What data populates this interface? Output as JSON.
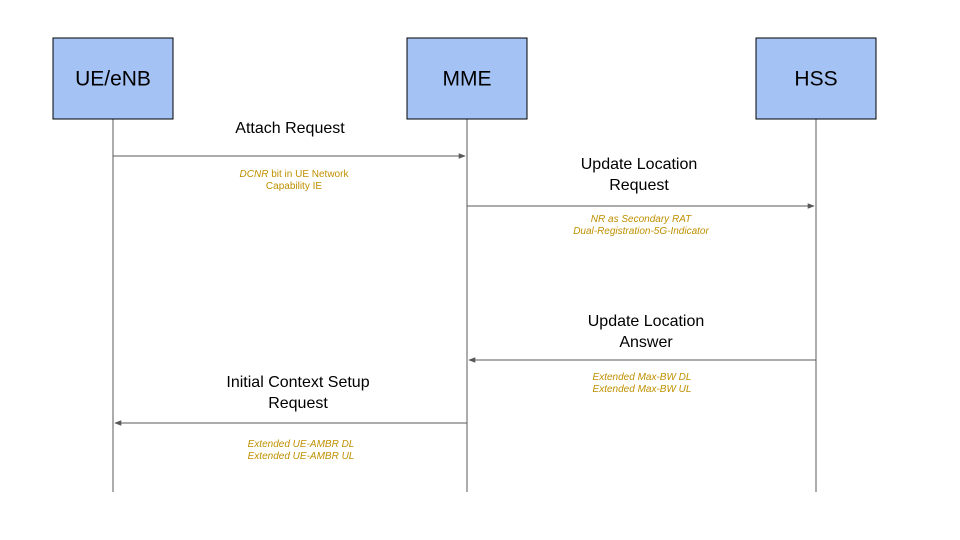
{
  "actors": [
    {
      "id": "ue",
      "label": "UE/eNB"
    },
    {
      "id": "mme",
      "label": "MME"
    },
    {
      "id": "hss",
      "label": "HSS"
    }
  ],
  "messages": [
    {
      "id": "attach-request",
      "from": "ue",
      "to": "mme",
      "label_lines": [
        "Attach Request"
      ],
      "note_segments": [
        [
          {
            "text": "DCNR",
            "italic": true
          },
          {
            "text": " bit in UE Network",
            "italic": false
          }
        ],
        [
          {
            "text": "Capability IE",
            "italic": false
          }
        ]
      ]
    },
    {
      "id": "update-location-request",
      "from": "mme",
      "to": "hss",
      "label_lines": [
        "Update Location",
        "Request"
      ],
      "note_segments": [
        [
          {
            "text": "NR as Secondary RAT",
            "italic": true
          }
        ],
        [
          {
            "text": "Dual-Registration-5G-Indicator",
            "italic": true
          }
        ]
      ]
    },
    {
      "id": "update-location-answer",
      "from": "hss",
      "to": "mme",
      "label_lines": [
        "Update Location",
        "Answer"
      ],
      "note_segments": [
        [
          {
            "text": "Extended Max-BW DL",
            "italic": true
          }
        ],
        [
          {
            "text": "Extended Max-BW UL",
            "italic": true
          }
        ]
      ]
    },
    {
      "id": "initial-context-setup-request",
      "from": "mme",
      "to": "ue",
      "label_lines": [
        "Initial Context Setup",
        "Request"
      ],
      "note_segments": [
        [
          {
            "text": "Extended UE-AMBR DL",
            "italic": true
          }
        ],
        [
          {
            "text": "Extended UE-AMBR UL",
            "italic": true
          }
        ]
      ]
    }
  ],
  "colors": {
    "actor_fill": "#a4c2f4",
    "note_text": "#bf9000",
    "line": "#595959"
  }
}
